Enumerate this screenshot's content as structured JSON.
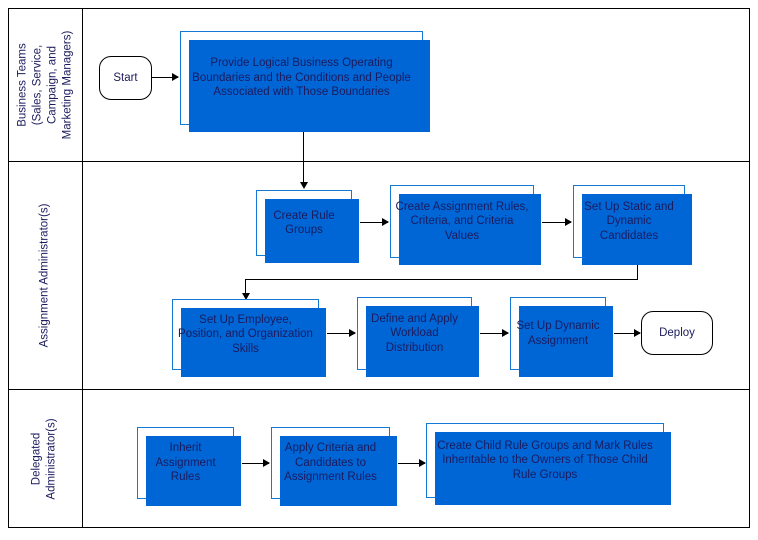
{
  "diagram": {
    "type": "swimlane-flowchart",
    "accent_color": "#1479d4",
    "shadow_color": "#0066d6",
    "text_color": "#1b1b5e",
    "frame_color": "#000000"
  },
  "lanes": [
    {
      "id": "business-teams",
      "label": "Business Teams (Sales, Service, Campaign, and Marketing Managers)"
    },
    {
      "id": "assignment-administrator",
      "label": "Assignment Administrator(s)"
    },
    {
      "id": "delegated-administrator",
      "label": "Delegated Administrator(s)"
    }
  ],
  "nodes": [
    {
      "id": "start",
      "shape": "terminator",
      "lane": "business-teams",
      "label": "Start"
    },
    {
      "id": "provide-boundaries",
      "shape": "process",
      "lane": "business-teams",
      "label": "Provide Logical Business Operating Boundaries and the Conditions and People Associated with Those Boundaries"
    },
    {
      "id": "create-rule-groups",
      "shape": "process",
      "lane": "assignment-administrator",
      "label": "Create Rule Groups"
    },
    {
      "id": "create-assignment-rules",
      "shape": "process",
      "lane": "assignment-administrator",
      "label": "Create Assignment Rules, Criteria, and Criteria Values"
    },
    {
      "id": "set-up-candidates",
      "shape": "process",
      "lane": "assignment-administrator",
      "label": "Set Up Static and Dynamic Candidates"
    },
    {
      "id": "set-up-skills",
      "shape": "process",
      "lane": "assignment-administrator",
      "label": "Set Up Employee, Position, and Organization Skills"
    },
    {
      "id": "workload-distribution",
      "shape": "process",
      "lane": "assignment-administrator",
      "label": "Define and Apply Workload Distribution"
    },
    {
      "id": "dynamic-assignment",
      "shape": "process",
      "lane": "assignment-administrator",
      "label": "Set Up Dynamic Assignment"
    },
    {
      "id": "deploy",
      "shape": "terminator",
      "lane": "assignment-administrator",
      "label": "Deploy"
    },
    {
      "id": "inherit-rules",
      "shape": "process",
      "lane": "delegated-administrator",
      "label": "Inherit Assignment Rules"
    },
    {
      "id": "apply-criteria",
      "shape": "process",
      "lane": "delegated-administrator",
      "label": "Apply Criteria and Candidates to Assignment Rules"
    },
    {
      "id": "create-child-rule-groups",
      "shape": "process",
      "lane": "delegated-administrator",
      "label": "Create Child Rule Groups and Mark Rules Inheritable to the Owners of Those Child Rule Groups"
    }
  ],
  "edges": [
    {
      "from": "start",
      "to": "provide-boundaries",
      "direction": "right"
    },
    {
      "from": "provide-boundaries",
      "to": "create-rule-groups",
      "direction": "down"
    },
    {
      "from": "create-rule-groups",
      "to": "create-assignment-rules",
      "direction": "right"
    },
    {
      "from": "create-assignment-rules",
      "to": "set-up-candidates",
      "direction": "right"
    },
    {
      "from": "set-up-candidates",
      "to": "set-up-skills",
      "direction": "down-left"
    },
    {
      "from": "set-up-skills",
      "to": "workload-distribution",
      "direction": "right"
    },
    {
      "from": "workload-distribution",
      "to": "dynamic-assignment",
      "direction": "right"
    },
    {
      "from": "dynamic-assignment",
      "to": "deploy",
      "direction": "right"
    },
    {
      "from": "inherit-rules",
      "to": "apply-criteria",
      "direction": "right"
    },
    {
      "from": "apply-criteria",
      "to": "create-child-rule-groups",
      "direction": "right"
    }
  ]
}
